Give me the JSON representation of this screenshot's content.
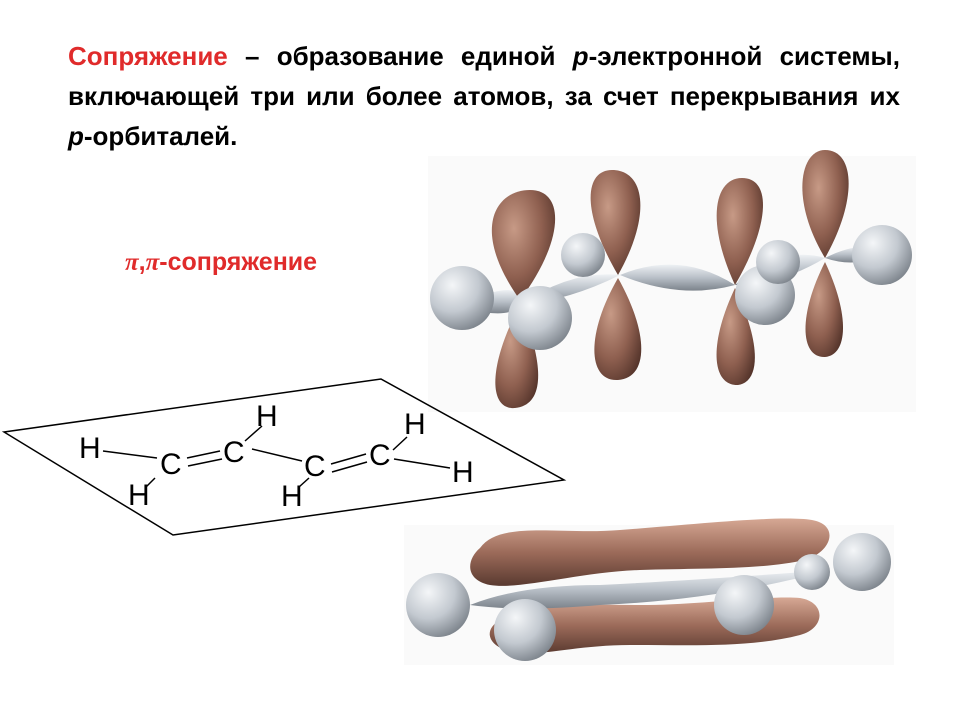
{
  "definition": {
    "term": "Сопряжение",
    "part1": " – образование единой ",
    "p1": "р",
    "part2": "-электронной системы, включающей три или более атомов, за счет перекрывания их ",
    "p2": "р",
    "part3": "-орбиталей."
  },
  "conjugation_label": {
    "pi1": "π",
    "comma": ",",
    "pi2": "π",
    "text": "-сопряжение"
  },
  "structure": {
    "h_left": "H",
    "h_left_bottom": "H",
    "c1": "C",
    "c2": "C",
    "h_c2_top": "H",
    "c3": "C",
    "h_c3_bottom": "H",
    "c4": "C",
    "h_c4_top": "H",
    "h_right": "H"
  },
  "colors": {
    "term": "#e02b2b",
    "orbital": "#8f6050",
    "atom_h": "#c7cdd4"
  }
}
